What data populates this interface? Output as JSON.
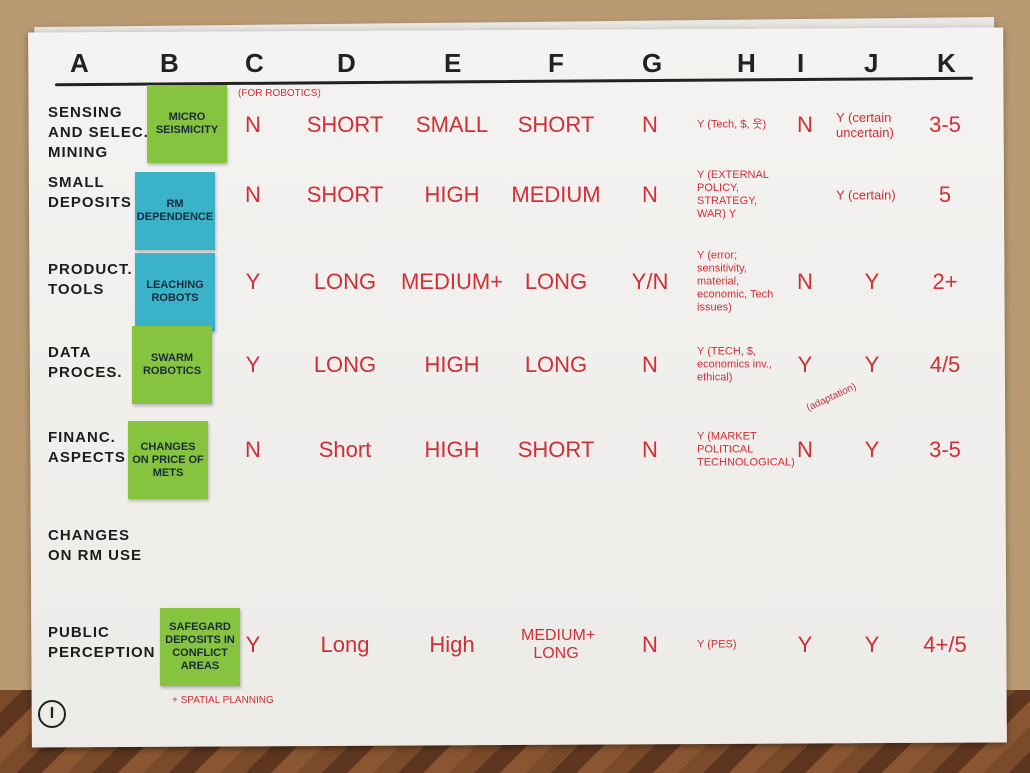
{
  "headers": [
    "A",
    "B",
    "C",
    "D",
    "E",
    "F",
    "G",
    "H",
    "I",
    "J",
    "K"
  ],
  "rows": [
    {
      "label": "SENSING\nAND SELEC.\nMINING",
      "sticky": "MICRO SEISMICITY",
      "sticky_color": "#86c440",
      "cells": [
        "N",
        "SHORT",
        "SMALL",
        "SHORT",
        "N",
        "Y (Tech, $, 웃)",
        "N",
        "Y (certain uncertain)",
        "3-5"
      ],
      "annotation": "(FOR ROBOTICS)"
    },
    {
      "label": "SMALL\nDEPOSITS",
      "sticky": "RM DEPENDENCE",
      "sticky_color": "#3ab2c8",
      "cells": [
        "N",
        "SHORT",
        "HIGH",
        "MEDIUM",
        "N",
        "Y (EXTERNAL POLICY, STRATEGY, WAR) Y",
        "",
        "Y (certain)",
        "5"
      ]
    },
    {
      "label": "PRODUCT.\nTOOLS",
      "sticky": "LEACHING ROBOTS",
      "sticky_color": "#3ab2c8",
      "cells": [
        "Y",
        "LONG",
        "MEDIUM+",
        "LONG",
        "Y/N",
        "Y (error; sensitivity, material, economic, Tech issues)",
        "N",
        "Y",
        "2+"
      ]
    },
    {
      "label": "DATA\nPROCES.",
      "sticky": "SWARM ROBOTICS",
      "sticky_color": "#86c440",
      "cells": [
        "Y",
        "LONG",
        "HIGH",
        "LONG",
        "N",
        "Y (TECH, $, economics inv., ethical)",
        "Y",
        "Y",
        "4/5"
      ],
      "annotation": "(adaptation)"
    },
    {
      "label": "FINANC.\nASPECTS",
      "sticky": "CHANGES ON PRICE OF METS",
      "sticky_color": "#86c440",
      "cells": [
        "N",
        "Short",
        "HIGH",
        "SHORT",
        "N",
        "Y (MARKET POLITICAL TECHNOLOGICAL)",
        "N",
        "Y",
        "3-5"
      ]
    },
    {
      "label": "CHANGES\nON RM USE",
      "sticky": "",
      "sticky_color": "",
      "cells": [
        "",
        "",
        "",
        "",
        "",
        "",
        "",
        "",
        ""
      ]
    },
    {
      "label": "PUBLIC\nPERCEPTION",
      "sticky": "SAFEGARD DEPOSITS IN CONFLICT AREAS",
      "sticky_color": "#86c440",
      "cells": [
        "Y",
        "Long",
        "High",
        "MEDIUM+ LONG",
        "N",
        "Y (PES)",
        "Y",
        "Y",
        "4+/5"
      ],
      "annotation": "+ SPATIAL PLANNING"
    }
  ],
  "corner_mark": "I"
}
